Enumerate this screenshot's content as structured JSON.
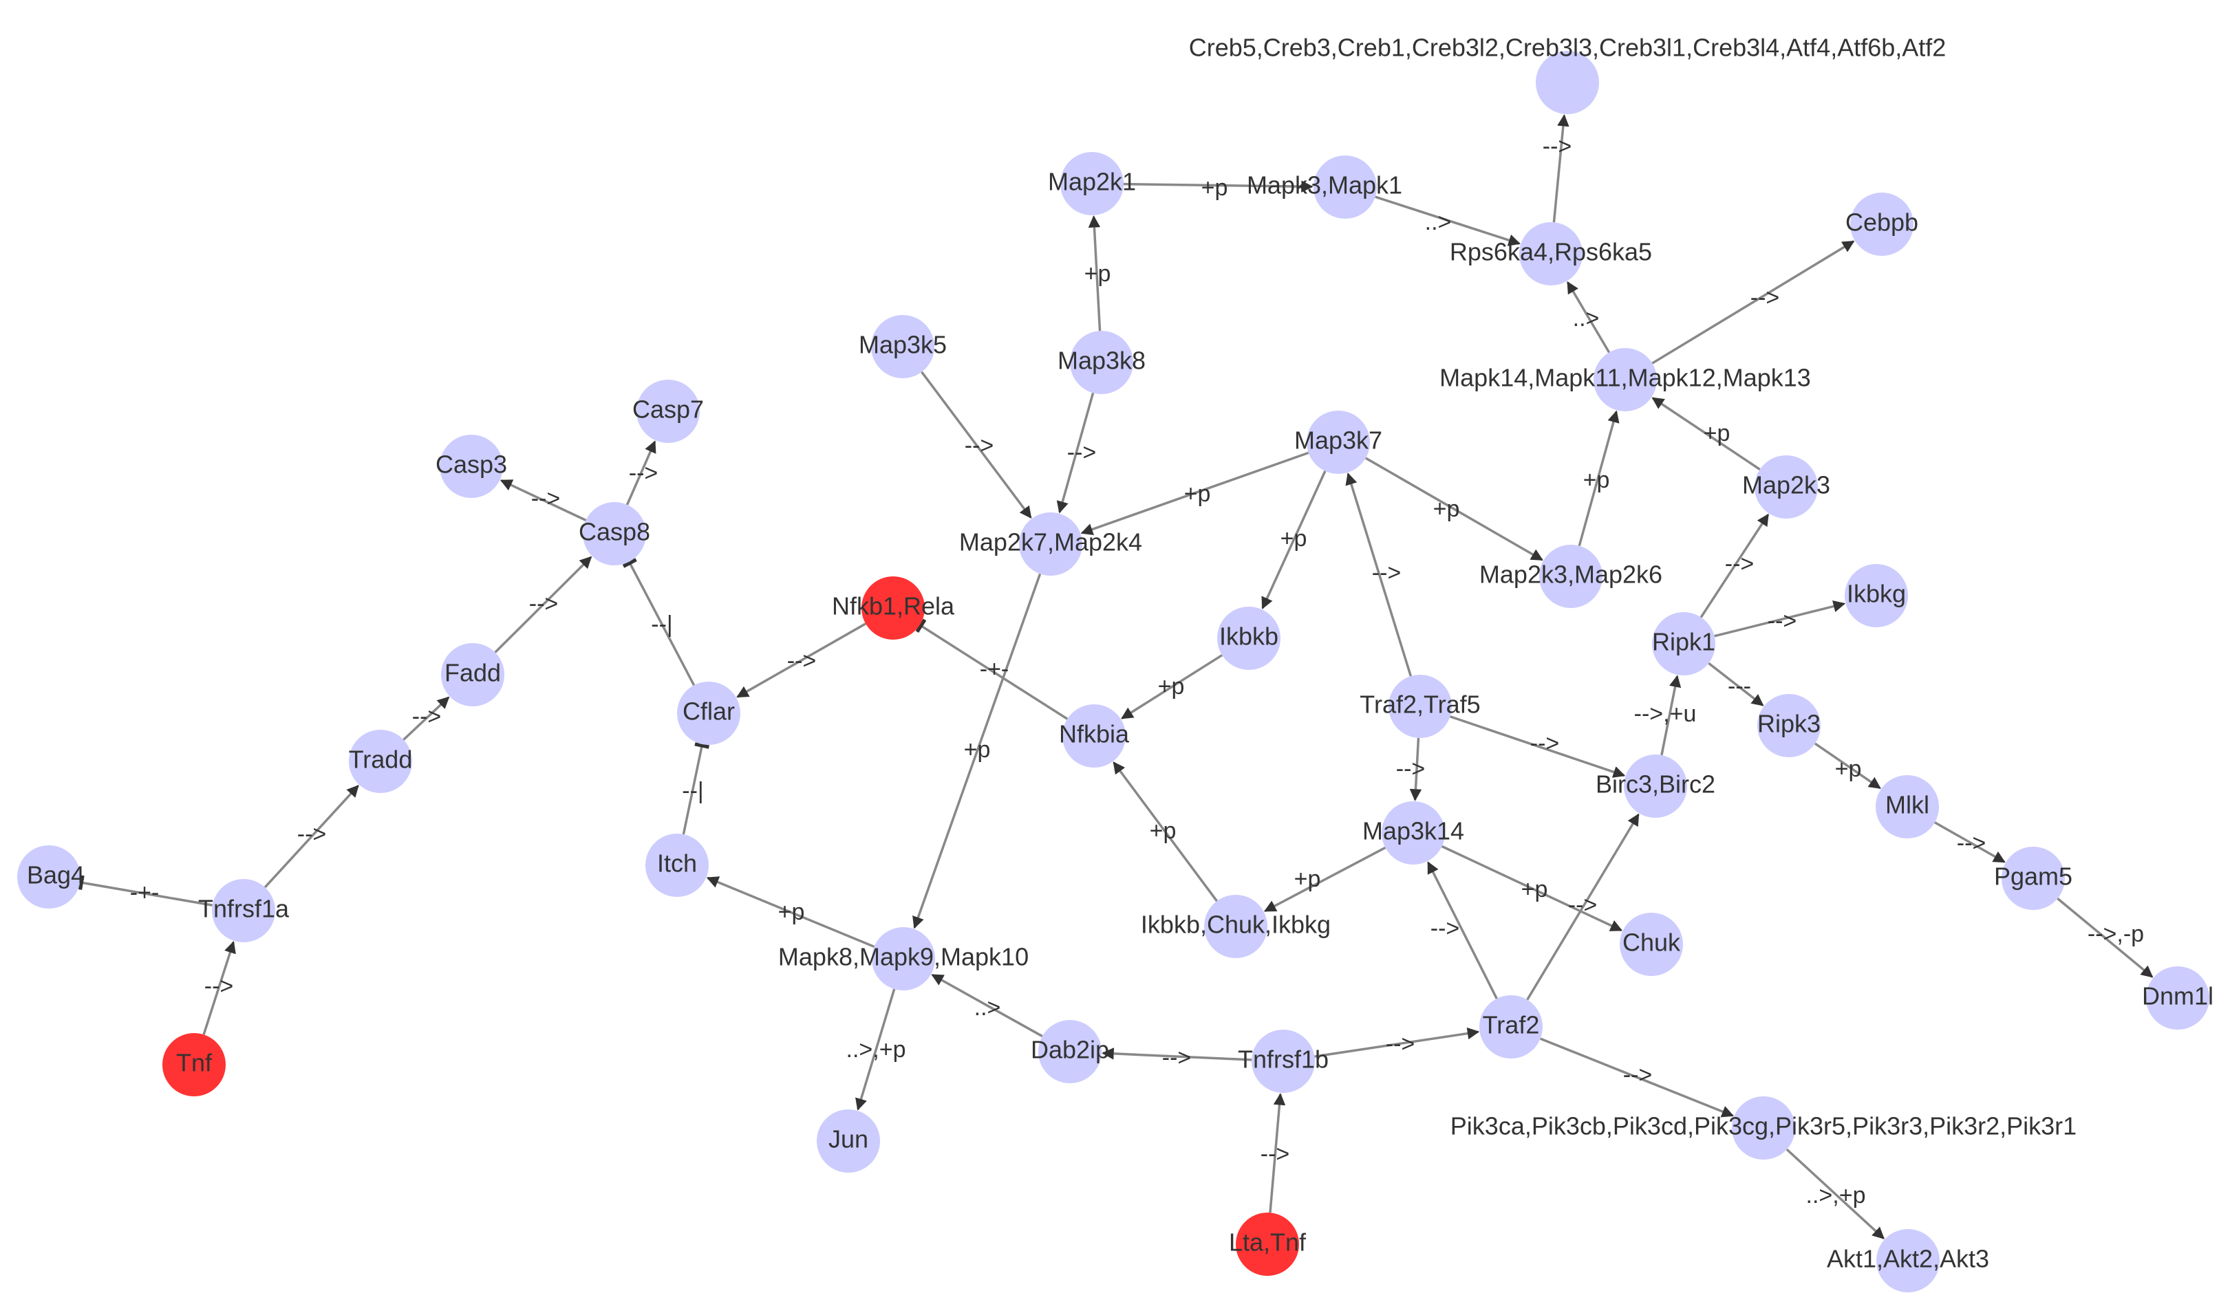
{
  "colors": {
    "input_node": "#ff3333",
    "regular_node": "#ccccff",
    "edge": "#888888",
    "text": "#333333"
  },
  "nodes": [
    {
      "id": "creb",
      "label": "Creb5,Creb3,Creb1,Creb3l2,Creb3l3,Creb3l1,Creb3l4,Atf4,Atf6b,Atf2",
      "type": "regular"
    },
    {
      "id": "map2k1",
      "label": "Map2k1",
      "type": "regular"
    },
    {
      "id": "mapk3",
      "label": "Mapk3,Mapk1",
      "type": "regular"
    },
    {
      "id": "rps6ka4",
      "label": "Rps6ka4,Rps6ka5",
      "type": "regular"
    },
    {
      "id": "cebpb",
      "label": "Cebpb",
      "type": "regular"
    },
    {
      "id": "map3k5",
      "label": "Map3k5",
      "type": "regular"
    },
    {
      "id": "map3k8",
      "label": "Map3k8",
      "type": "regular"
    },
    {
      "id": "mapk14",
      "label": "Mapk14,Mapk11,Mapk12,Mapk13",
      "type": "regular"
    },
    {
      "id": "casp7",
      "label": "Casp7",
      "type": "regular"
    },
    {
      "id": "casp3",
      "label": "Casp3",
      "type": "regular"
    },
    {
      "id": "map3k7",
      "label": "Map3k7",
      "type": "regular"
    },
    {
      "id": "casp8",
      "label": "Casp8",
      "type": "regular"
    },
    {
      "id": "map2k7",
      "label": "Map2k7,Map2k4",
      "type": "regular"
    },
    {
      "id": "map2k3",
      "label": "Map2k3",
      "type": "regular"
    },
    {
      "id": "map2k3_6",
      "label": "Map2k3,Map2k6",
      "type": "regular"
    },
    {
      "id": "nfkb1",
      "label": "Nfkb1,Rela",
      "type": "input"
    },
    {
      "id": "ikbkg",
      "label": "Ikbkg",
      "type": "regular"
    },
    {
      "id": "ripk1",
      "label": "Ripk1",
      "type": "regular"
    },
    {
      "id": "ikbkb",
      "label": "Ikbkb",
      "type": "regular"
    },
    {
      "id": "fadd",
      "label": "Fadd",
      "type": "regular"
    },
    {
      "id": "cflar",
      "label": "Cflar",
      "type": "regular"
    },
    {
      "id": "traf2traf5",
      "label": "Traf2,Traf5",
      "type": "regular"
    },
    {
      "id": "nfkbia",
      "label": "Nfkbia",
      "type": "regular"
    },
    {
      "id": "ripk3",
      "label": "Ripk3",
      "type": "regular"
    },
    {
      "id": "tradd",
      "label": "Tradd",
      "type": "regular"
    },
    {
      "id": "birc3",
      "label": "Birc3,Birc2",
      "type": "regular"
    },
    {
      "id": "mlkl",
      "label": "Mlkl",
      "type": "regular"
    },
    {
      "id": "map3k14",
      "label": "Map3k14",
      "type": "regular"
    },
    {
      "id": "bag4",
      "label": "Bag4",
      "type": "regular"
    },
    {
      "id": "itch",
      "label": "Itch",
      "type": "regular"
    },
    {
      "id": "pgam5",
      "label": "Pgam5",
      "type": "regular"
    },
    {
      "id": "tnfrsf1a",
      "label": "Tnfrsf1a",
      "type": "regular"
    },
    {
      "id": "ikk",
      "label": "Ikbkb,Chuk,Ikbkg",
      "type": "regular"
    },
    {
      "id": "chuk",
      "label": "Chuk",
      "type": "regular"
    },
    {
      "id": "mapk8",
      "label": "Mapk8,Mapk9,Mapk10",
      "type": "regular"
    },
    {
      "id": "dnm1l",
      "label": "Dnm1l",
      "type": "regular"
    },
    {
      "id": "traf2",
      "label": "Traf2",
      "type": "regular"
    },
    {
      "id": "tnf",
      "label": "Tnf",
      "type": "input"
    },
    {
      "id": "dab2ip",
      "label": "Dab2ip",
      "type": "regular"
    },
    {
      "id": "tnfrsf1b",
      "label": "Tnfrsf1b",
      "type": "regular"
    },
    {
      "id": "pik3",
      "label": "Pik3ca,Pik3cb,Pik3cd,Pik3cg,Pik3r5,Pik3r3,Pik3r2,Pik3r1",
      "type": "regular"
    },
    {
      "id": "jun",
      "label": "Jun",
      "type": "regular"
    },
    {
      "id": "lta",
      "label": "Lta,Tnf",
      "type": "input"
    },
    {
      "id": "akt",
      "label": "Akt1,Akt2,Akt3",
      "type": "regular"
    }
  ],
  "edges": [
    {
      "from": "rps6ka4",
      "to": "creb",
      "label": "-->",
      "kind": "arrow"
    },
    {
      "from": "map2k1",
      "to": "mapk3",
      "label": "+p",
      "kind": "arrow"
    },
    {
      "from": "mapk3",
      "to": "rps6ka4",
      "label": "..>",
      "kind": "arrow"
    },
    {
      "from": "mapk14",
      "to": "rps6ka4",
      "label": "..>",
      "kind": "arrow"
    },
    {
      "from": "mapk14",
      "to": "cebpb",
      "label": "-->",
      "kind": "arrow"
    },
    {
      "from": "map3k8",
      "to": "map2k1",
      "label": "+p",
      "kind": "arrow"
    },
    {
      "from": "map3k5",
      "to": "map2k7",
      "label": "-->",
      "kind": "arrow"
    },
    {
      "from": "map3k8",
      "to": "map2k7",
      "label": "-->",
      "kind": "arrow"
    },
    {
      "from": "map3k7",
      "to": "map2k7",
      "label": "+p",
      "kind": "arrow"
    },
    {
      "from": "map3k7",
      "to": "map2k3_6",
      "label": "+p",
      "kind": "arrow"
    },
    {
      "from": "map3k7",
      "to": "ikbkb",
      "label": "+p",
      "kind": "arrow"
    },
    {
      "from": "map2k3_6",
      "to": "mapk14",
      "label": "+p",
      "kind": "arrow"
    },
    {
      "from": "map2k3",
      "to": "mapk14",
      "label": "+p",
      "kind": "arrow"
    },
    {
      "from": "ripk1",
      "to": "map2k3",
      "label": "-->",
      "kind": "arrow"
    },
    {
      "from": "ripk1",
      "to": "ikbkg",
      "label": "-->",
      "kind": "arrow"
    },
    {
      "from": "ripk1",
      "to": "ripk3",
      "label": "---",
      "kind": "arrow"
    },
    {
      "from": "birc3",
      "to": "ripk1",
      "label": "-->,+u",
      "kind": "arrow"
    },
    {
      "from": "casp8",
      "to": "casp7",
      "label": "-->",
      "kind": "arrow"
    },
    {
      "from": "casp8",
      "to": "casp3",
      "label": "-->",
      "kind": "arrow"
    },
    {
      "from": "fadd",
      "to": "casp8",
      "label": "-->",
      "kind": "arrow"
    },
    {
      "from": "cflar",
      "to": "casp8",
      "label": "--|",
      "kind": "inhibit"
    },
    {
      "from": "nfkb1",
      "to": "cflar",
      "label": "-->",
      "kind": "arrow"
    },
    {
      "from": "nfkbia",
      "to": "nfkb1",
      "label": "-+-",
      "kind": "inhibit"
    },
    {
      "from": "ikbkb",
      "to": "nfkbia",
      "label": "+p",
      "kind": "arrow"
    },
    {
      "from": "ikk",
      "to": "nfkbia",
      "label": "+p",
      "kind": "arrow"
    },
    {
      "from": "tradd",
      "to": "fadd",
      "label": "-->",
      "kind": "arrow"
    },
    {
      "from": "itch",
      "to": "cflar",
      "label": "--|",
      "kind": "inhibit"
    },
    {
      "from": "traf2traf5",
      "to": "map3k7",
      "label": "-->",
      "kind": "arrow"
    },
    {
      "from": "traf2traf5",
      "to": "map3k14",
      "label": "-->",
      "kind": "arrow"
    },
    {
      "from": "traf2traf5",
      "to": "birc3",
      "label": "-->",
      "kind": "arrow"
    },
    {
      "from": "ripk3",
      "to": "mlkl",
      "label": "+p",
      "kind": "arrow"
    },
    {
      "from": "mlkl",
      "to": "pgam5",
      "label": "-->",
      "kind": "arrow"
    },
    {
      "from": "pgam5",
      "to": "dnm1l",
      "label": "-->,-p",
      "kind": "arrow"
    },
    {
      "from": "tnfrsf1a",
      "to": "tradd",
      "label": "-->",
      "kind": "arrow"
    },
    {
      "from": "tnfrsf1a",
      "to": "bag4",
      "label": "-+-",
      "kind": "inhibit"
    },
    {
      "from": "tnf",
      "to": "tnfrsf1a",
      "label": "-->",
      "kind": "arrow"
    },
    {
      "from": "map2k7",
      "to": "mapk8",
      "label": "+p",
      "kind": "arrow"
    },
    {
      "from": "mapk8",
      "to": "itch",
      "label": "+p",
      "kind": "arrow"
    },
    {
      "from": "mapk8",
      "to": "jun",
      "label": "..>,+p",
      "kind": "arrow"
    },
    {
      "from": "dab2ip",
      "to": "mapk8",
      "label": "..>",
      "kind": "arrow"
    },
    {
      "from": "map3k14",
      "to": "ikk",
      "label": "+p",
      "kind": "arrow"
    },
    {
      "from": "map3k14",
      "to": "chuk",
      "label": "+p",
      "kind": "arrow"
    },
    {
      "from": "traf2",
      "to": "map3k14",
      "label": "-->",
      "kind": "arrow"
    },
    {
      "from": "traf2",
      "to": "birc3",
      "label": "-->",
      "kind": "arrow"
    },
    {
      "from": "traf2",
      "to": "pik3",
      "label": "-->",
      "kind": "arrow"
    },
    {
      "from": "tnfrsf1b",
      "to": "traf2",
      "label": "-->",
      "kind": "arrow"
    },
    {
      "from": "tnfrsf1b",
      "to": "dab2ip",
      "label": "-->",
      "kind": "arrow"
    },
    {
      "from": "lta",
      "to": "tnfrsf1b",
      "label": "-->",
      "kind": "arrow"
    },
    {
      "from": "pik3",
      "to": "akt",
      "label": "..>,+p",
      "kind": "arrow"
    }
  ]
}
